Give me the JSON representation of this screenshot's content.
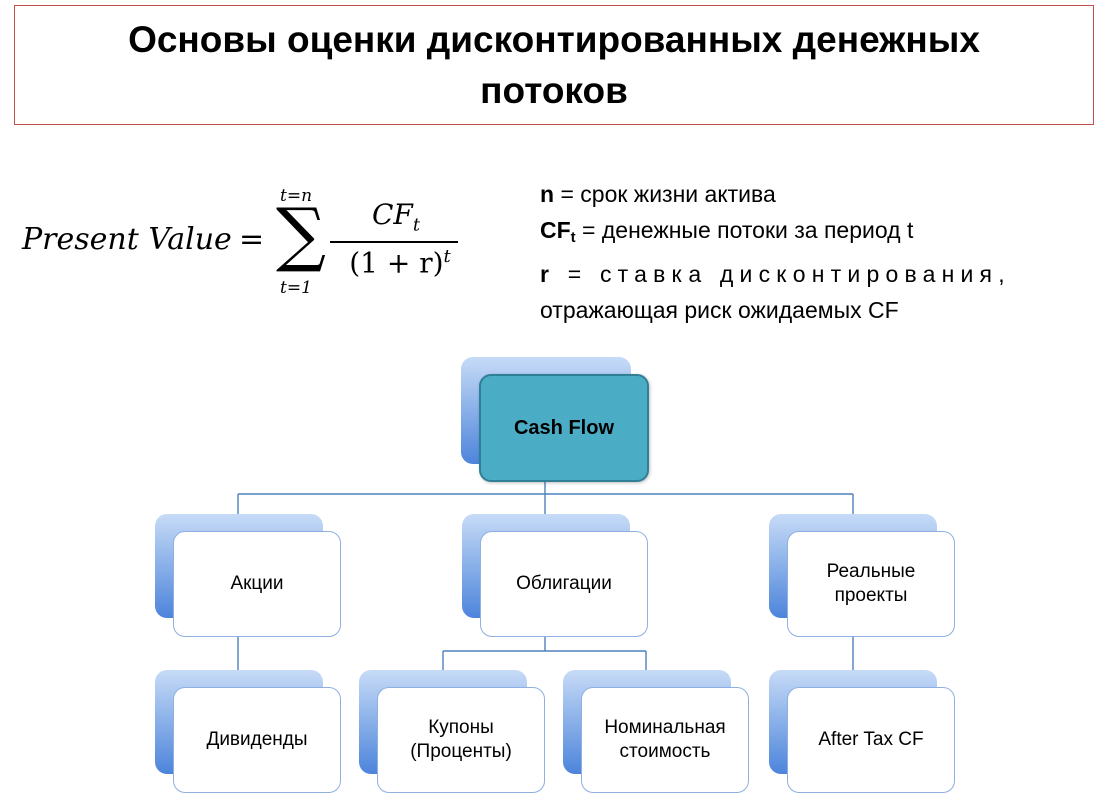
{
  "title": "Основы оценки дисконтированных денежных потоков",
  "formula": {
    "lhs": "Present Value",
    "equals": "=",
    "sum_upper": "t=n",
    "sum_lower": "t=1",
    "sum_symbol": "∑",
    "numerator": "CF",
    "numerator_sub": "t",
    "denominator": "(1 + r)",
    "denominator_sup": "t"
  },
  "legend": {
    "n_term": "n",
    "n_def": " = срок жизни актива",
    "cf_term": "CF",
    "cf_sub": "t",
    "cf_def": " = денежные потоки за период t",
    "r_term": "r",
    "r_def_line1": " = ставка дисконтирования,",
    "r_def_line2": "отражающая риск ожидаемых CF"
  },
  "diagram": {
    "root": "Cash Flow",
    "level1": [
      "Акции",
      "Облигации",
      "Реальные проекты"
    ],
    "level2": [
      "Дивиденды",
      "Купоны (Проценты)",
      "Номинальная стоимость",
      "After Tax CF"
    ]
  }
}
